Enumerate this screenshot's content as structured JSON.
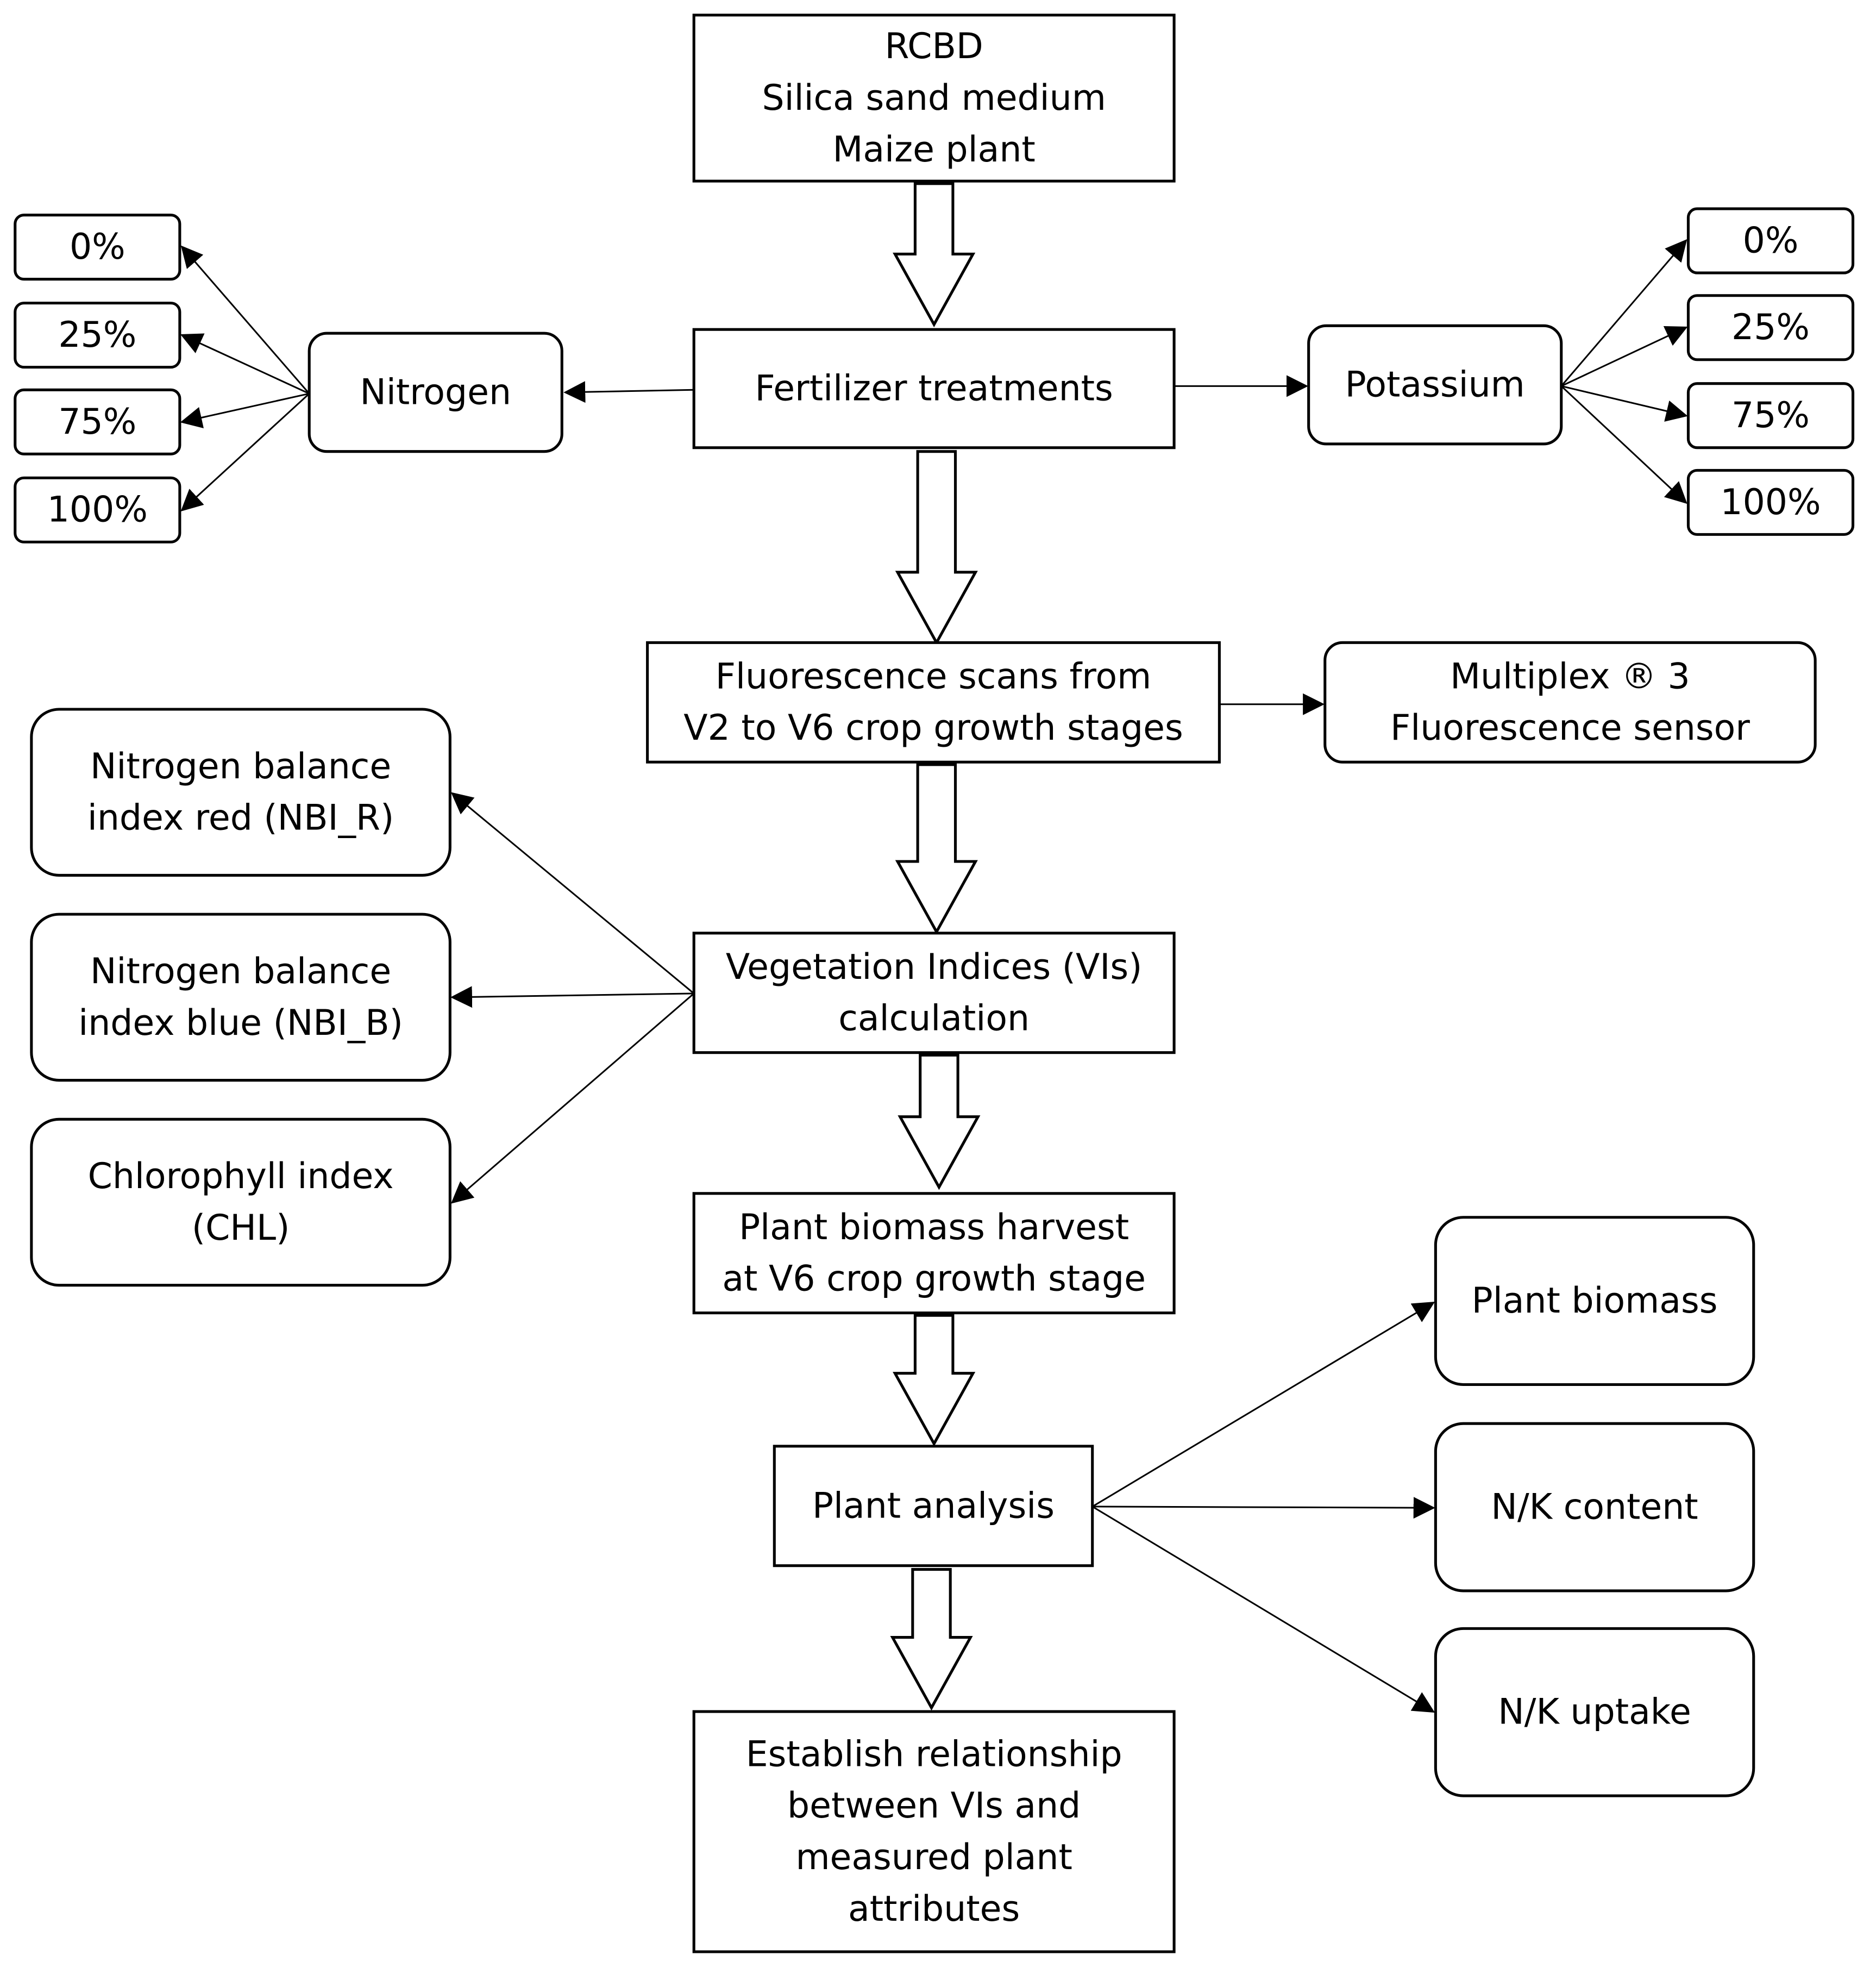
{
  "colors": {
    "stroke": "#000000",
    "background": "#ffffff",
    "text": "#000000"
  },
  "nodes": {
    "design": {
      "lines": [
        "RCBD",
        "Silica sand medium",
        "Maize plant"
      ]
    },
    "fertilizer": {
      "lines": [
        "Fertilizer treatments"
      ]
    },
    "nitrogen": {
      "lines": [
        "Nitrogen"
      ]
    },
    "potassium": {
      "lines": [
        "Potassium"
      ]
    },
    "n_levels": [
      "0%",
      "25%",
      "75%",
      "100%"
    ],
    "k_levels": [
      "0%",
      "25%",
      "75%",
      "100%"
    ],
    "fluorescence": {
      "lines": [
        "Fluorescence scans from",
        "V2 to V6 crop growth stages"
      ]
    },
    "sensor": {
      "lines": [
        "Multiplex ® 3",
        "Fluorescence sensor"
      ]
    },
    "vis": {
      "lines": [
        "Vegetation Indices (VIs)",
        "calculation"
      ]
    },
    "nbi_r": {
      "lines": [
        "Nitrogen balance",
        "index red (NBI_R)"
      ]
    },
    "nbi_b": {
      "lines": [
        "Nitrogen balance",
        "index blue (NBI_B)"
      ]
    },
    "chl": {
      "lines": [
        "Chlorophyll index",
        "(CHL)"
      ]
    },
    "harvest": {
      "lines": [
        "Plant biomass harvest",
        "at V6 crop growth stage"
      ]
    },
    "analysis": {
      "lines": [
        "Plant analysis"
      ]
    },
    "biomass": {
      "lines": [
        "Plant biomass"
      ]
    },
    "nk_content": {
      "lines": [
        "N/K content"
      ]
    },
    "nk_uptake": {
      "lines": [
        "N/K uptake"
      ]
    },
    "relationship": {
      "lines": [
        "Establish relationship",
        "between VIs and",
        "measured plant",
        "attributes"
      ]
    }
  }
}
